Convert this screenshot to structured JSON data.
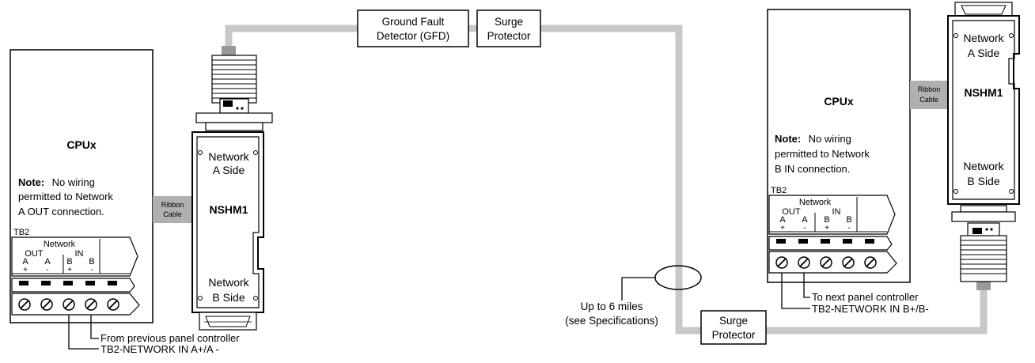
{
  "left_panel": {
    "cpu_title": "CPUx",
    "note_bold": "Note:",
    "note_line1": " No wiring",
    "note_line2": "permitted to Network",
    "note_line3": "A OUT connection.",
    "tb_label": "TB2",
    "tb_network": "Network",
    "tb_out": "OUT",
    "tb_in": "IN",
    "tb_a": "A",
    "tb_b": "B",
    "tb_plus": "+",
    "tb_minus": "-",
    "wire_line1": "From previous panel controller",
    "wire_line2": "TB2-NETWORK IN A+/A -"
  },
  "left_ribbon": {
    "line1": "Ribbon",
    "line2": "Cable"
  },
  "left_nshm": {
    "top_line1": "Network",
    "top_line2": "A Side",
    "title": "NSHM1",
    "bottom_line1": "Network",
    "bottom_line2": "B Side"
  },
  "gfd": {
    "line1": "Ground Fault",
    "line2": "Detector (GFD)"
  },
  "surge_top": {
    "line1": "Surge",
    "line2": "Protector"
  },
  "surge_bottom": {
    "line1": "Surge",
    "line2": "Protector"
  },
  "distance": {
    "line1": "Up to 6 miles",
    "line2": "(see Specifications)"
  },
  "right_panel": {
    "cpu_title": "CPUx",
    "note_bold": "Note:",
    "note_line1": " No wiring",
    "note_line2": "permitted to Network",
    "note_line3": "B IN connection.",
    "tb_label": "TB2",
    "tb_network": "Network",
    "tb_out": "OUT",
    "tb_in": "IN",
    "tb_a": "A",
    "tb_b": "B",
    "tb_plus": "+",
    "tb_minus": "-",
    "wire_line1": "To next panel controller",
    "wire_line2": "TB2-NETWORK IN B+/B-"
  },
  "right_ribbon": {
    "line1": "Ribbon",
    "line2": "Cable"
  },
  "right_nshm": {
    "top_line1": "Network",
    "top_line2": "A Side",
    "title": "NSHM1",
    "bottom_line1": "Network",
    "bottom_line2": "B Side"
  },
  "colors": {
    "cable": "#c8c8c8",
    "ribbon": "#b0b0b0",
    "line": "#000000"
  }
}
